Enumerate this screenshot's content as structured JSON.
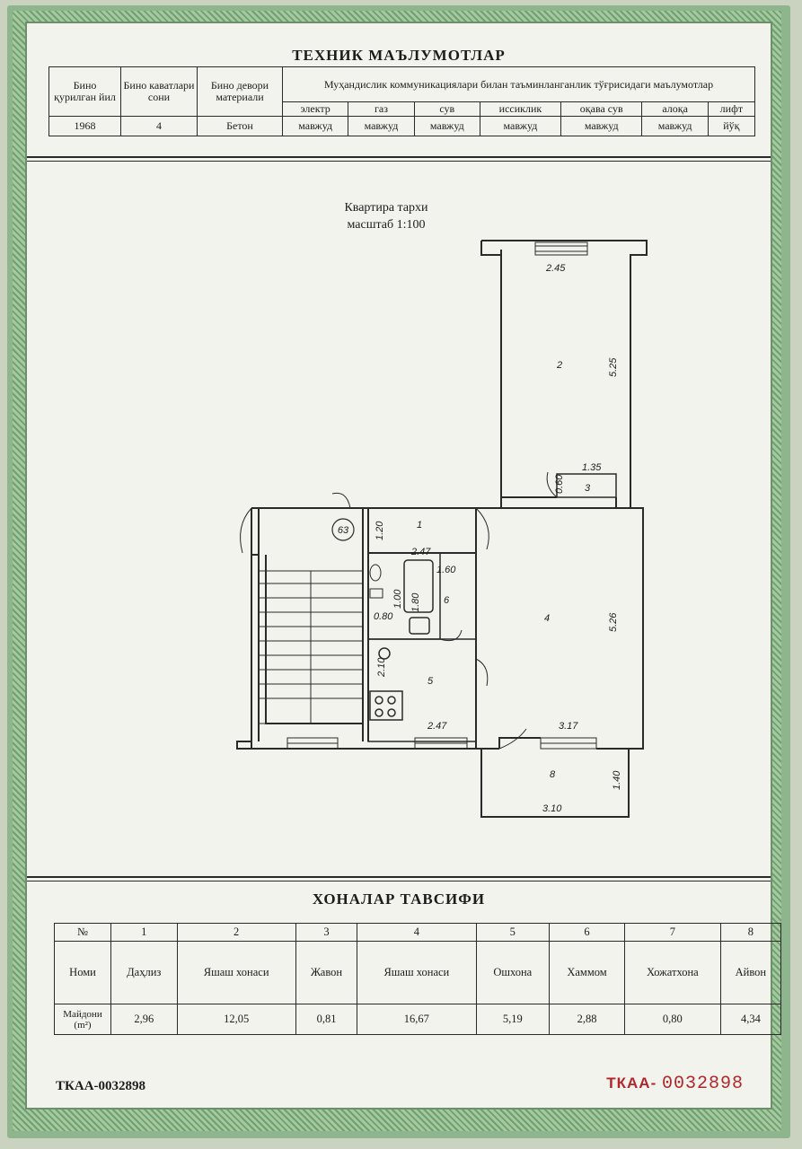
{
  "header": {
    "title": "ТЕХНИК МАЪЛУМОТЛАР"
  },
  "tech": {
    "col_year": "Бино қурилган йил",
    "col_floors": "Бино каватлари сони",
    "col_wall": "Бино девори материали",
    "utilities_title": "Муҳандислик коммуникациялари билан таъминланганлик тўғрисидаги маълумотлар",
    "utilities": [
      {
        "label": "электр",
        "value": "мавжуд"
      },
      {
        "label": "газ",
        "value": "мавжуд"
      },
      {
        "label": "сув",
        "value": "мавжуд"
      },
      {
        "label": "иссиклик",
        "value": "мавжуд"
      },
      {
        "label": "оқава сув",
        "value": "мавжуд"
      },
      {
        "label": "алоқа",
        "value": "мавжуд"
      },
      {
        "label": "лифт",
        "value": "йўқ"
      }
    ],
    "year": "1968",
    "floors": "4",
    "wall": "Бетон"
  },
  "plan": {
    "title": "Квартира тархи",
    "scale": "масштаб 1:100",
    "apartment_no": "63",
    "rooms": [
      "1",
      "2",
      "3",
      "4",
      "5",
      "6",
      "8"
    ],
    "dimensions": [
      "2.45",
      "5.25",
      "1.35",
      "0.60",
      "1.20",
      "2.47",
      "1.60",
      "1.00",
      "1.80",
      "0.80",
      "5.26",
      "2.10",
      "2.47",
      "3.17",
      "1.40",
      "3.10"
    ]
  },
  "rooms_table": {
    "title": "ХОНАЛАР ТАВСИФИ",
    "no_label": "№",
    "name_label": "Номи",
    "area_label": "Майдони (m²)",
    "rows": [
      {
        "n": "1",
        "name": "Даҳлиз",
        "area": "2,96"
      },
      {
        "n": "2",
        "name": "Яшаш хонаси",
        "area": "12,05"
      },
      {
        "n": "3",
        "name": "Жавон",
        "area": "0,81"
      },
      {
        "n": "4",
        "name": "Яшаш хонаси",
        "area": "16,67"
      },
      {
        "n": "5",
        "name": "Ошхона",
        "area": "5,19"
      },
      {
        "n": "6",
        "name": "Хаммом",
        "area": "2,88"
      },
      {
        "n": "7",
        "name": "Хожатхона",
        "area": "0,80"
      },
      {
        "n": "8",
        "name": "Айвон",
        "area": "4,34"
      }
    ]
  },
  "footer": {
    "serial_left": "ТКАА-0032898",
    "serial_right_prefix": "ТКАА-",
    "serial_right_number": "0032898"
  },
  "colors": {
    "paper": "#f2f3ec",
    "border_green": "#8fb58f",
    "serial_red": "#b3262b"
  }
}
